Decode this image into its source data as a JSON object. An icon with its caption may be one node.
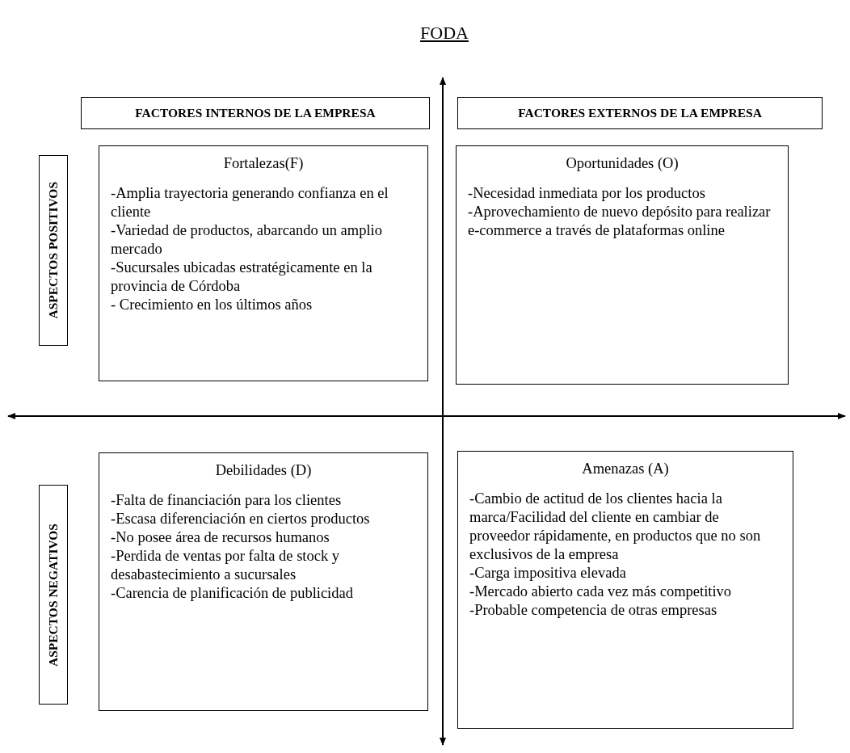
{
  "diagram": {
    "title": "FODA",
    "nodes": [
      {
        "text": [
          "FACTORES INTERNOS DE LA EMPRESA"
        ]
      },
      {
        "text": [
          "FACTORES EXTERNOS DE LA EMPRESA"
        ]
      },
      {
        "text": [
          "ASPECTOS POSITIVOS"
        ]
      },
      {
        "text": [
          "Fortalezas(F)",
          "-Amplia trayectoria generando confianza en el cliente",
          "-Variedad de productos, abarcando un amplio mercado",
          "-Sucursales ubicadas estratégicamente en la provincia de Córdoba",
          "- Crecimiento en los últimos años"
        ]
      },
      {
        "text": [
          "Oportunidades (O)",
          "-Necesidad inmediata por los productos",
          "-Aprovechamiento de nuevo depósito para realizar e-commerce a través de plataformas online"
        ]
      },
      {
        "text": [
          "ASPECTOS NEGATIVOS"
        ]
      },
      {
        "text": [
          "Debilidades (D)",
          "-Falta de financiación para los clientes",
          "-Escasa diferenciación en ciertos productos",
          "-No posee área de recursos humanos",
          "-Perdida de ventas por falta de stock y desabastecimiento a sucursales",
          "-Carencia de planificación de publicidad"
        ]
      },
      {
        "text": [
          "Amenazas (A)",
          "-Cambio de actitud de los clientes hacia la marca/Facilidad del cliente en cambiar de proveedor rápidamente, en productos que no son exclusivos de la empresa",
          "-Carga impositiva elevada",
          "-Mercado abierto cada vez más competitivo",
          "-Probable competencia de otras empresas"
        ]
      }
    ],
    "edges": []
  }
}
